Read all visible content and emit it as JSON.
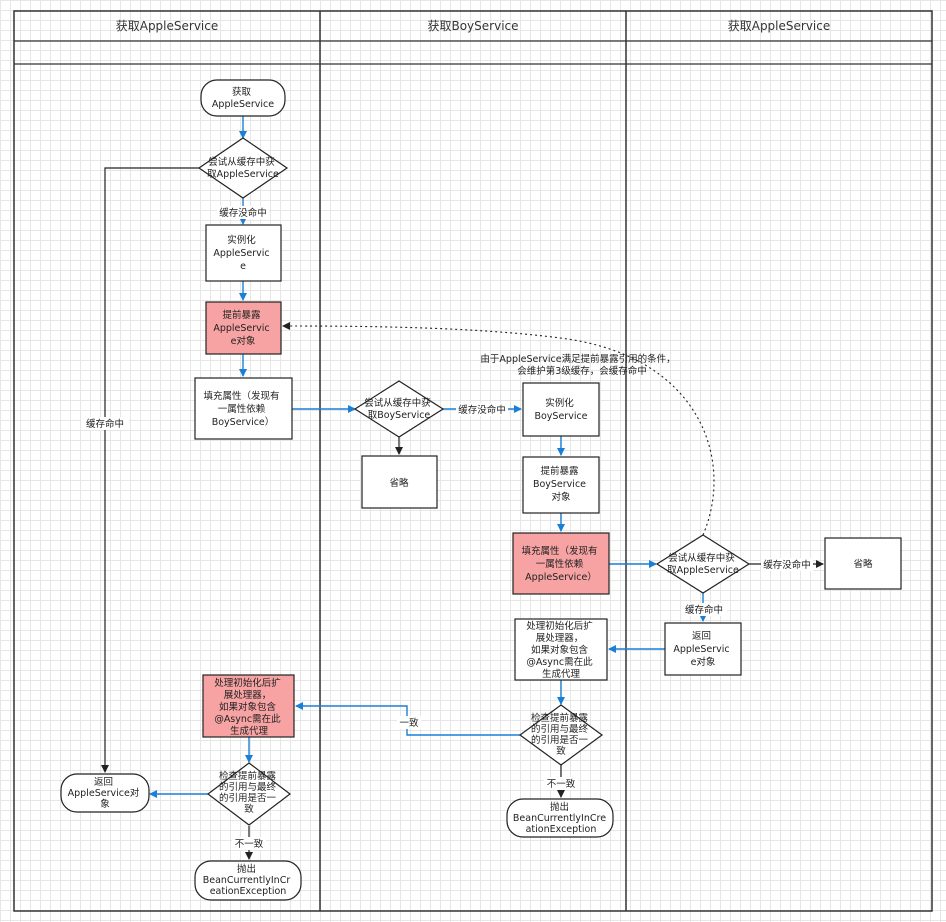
{
  "lanes": {
    "lane1": "获取AppleService",
    "lane2": "获取BoyService",
    "lane3": "获取AppleService"
  },
  "nodes": {
    "start": [
      "获取",
      "AppleService"
    ],
    "try_cache_apple": [
      "尝试从缓存中获",
      "取AppleService"
    ],
    "instantiate_apple": [
      "实例化",
      "AppleServic",
      "e"
    ],
    "expose_apple": [
      "提前暴露",
      "AppleServic",
      "e对象"
    ],
    "populate_apple": [
      "填充属性（发现有",
      "一属性依赖",
      "BoyService）"
    ],
    "try_cache_boy": [
      "尝试从缓存中获",
      "取BoyService"
    ],
    "omit_boy": [
      "省略"
    ],
    "instantiate_boy": [
      "实例化",
      "BoyService"
    ],
    "expose_boy": [
      "提前暴露",
      "BoyService",
      "对象"
    ],
    "populate_boy": [
      "填充属性（发现有",
      "一属性依赖",
      "AppleService）"
    ],
    "try_cache_apple2": [
      "尝试从缓存中获",
      "取AppleService"
    ],
    "omit_apple2": [
      "省略"
    ],
    "return_apple2": [
      "返回",
      "AppleServic",
      "e对象"
    ],
    "post_process_boy": [
      "处理初始化后扩",
      "展处理器，",
      "如果对象包含",
      "@Async需在此",
      "生成代理"
    ],
    "check_boy": [
      "检查提前暴露",
      "的引用与最终",
      "的引用是否一",
      "致"
    ],
    "throw_boy": [
      "抛出",
      "BeanCurrentlyInCre",
      "ationException"
    ],
    "post_process_apple": [
      "处理初始化后扩",
      "展处理器，",
      "如果对象包含",
      "@Async需在此",
      "生成代理"
    ],
    "check_apple": [
      "检查提前暴露",
      "的引用与最终",
      "的引用是否一",
      "致"
    ],
    "return_apple": [
      "返回",
      "AppleService对",
      "象"
    ],
    "throw_apple": [
      "抛出",
      "BeanCurrentlyInCr",
      "eationException"
    ]
  },
  "edges": {
    "cache_miss_1": "缓存没命中",
    "cache_hit_1": "缓存命中",
    "cache_miss_2": "缓存没命中",
    "cache_miss_3": "缓存没命中",
    "cache_hit_3": "缓存命中",
    "consistent": "一致",
    "inconsistent_boy": "不一致",
    "inconsistent_apple": "不一致",
    "note": [
      "由于AppleService满足提前暴露引用的条件，",
      "会维护第3级缓存，会缓存命中"
    ]
  }
}
